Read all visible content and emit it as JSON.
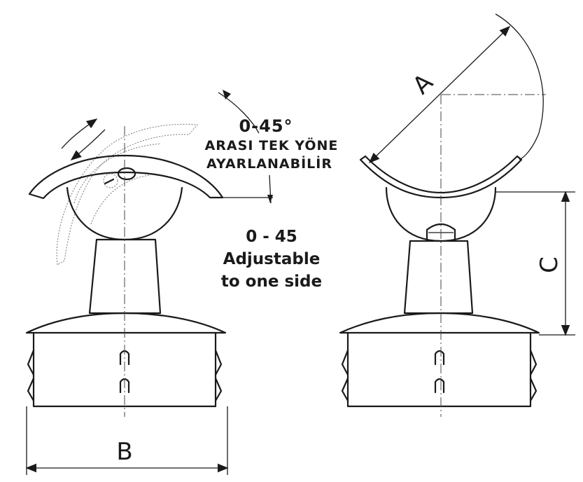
{
  "dimensions": {
    "a": "A",
    "b": "B",
    "c": "C"
  },
  "note_tr": {
    "angle": "0-45°",
    "line1": "ARASI TEK YÖNE",
    "line2": "AYARLANABİLİR"
  },
  "note_en": {
    "line1": "0 - 45",
    "line2": "Adjustable",
    "line3": "to one side"
  }
}
